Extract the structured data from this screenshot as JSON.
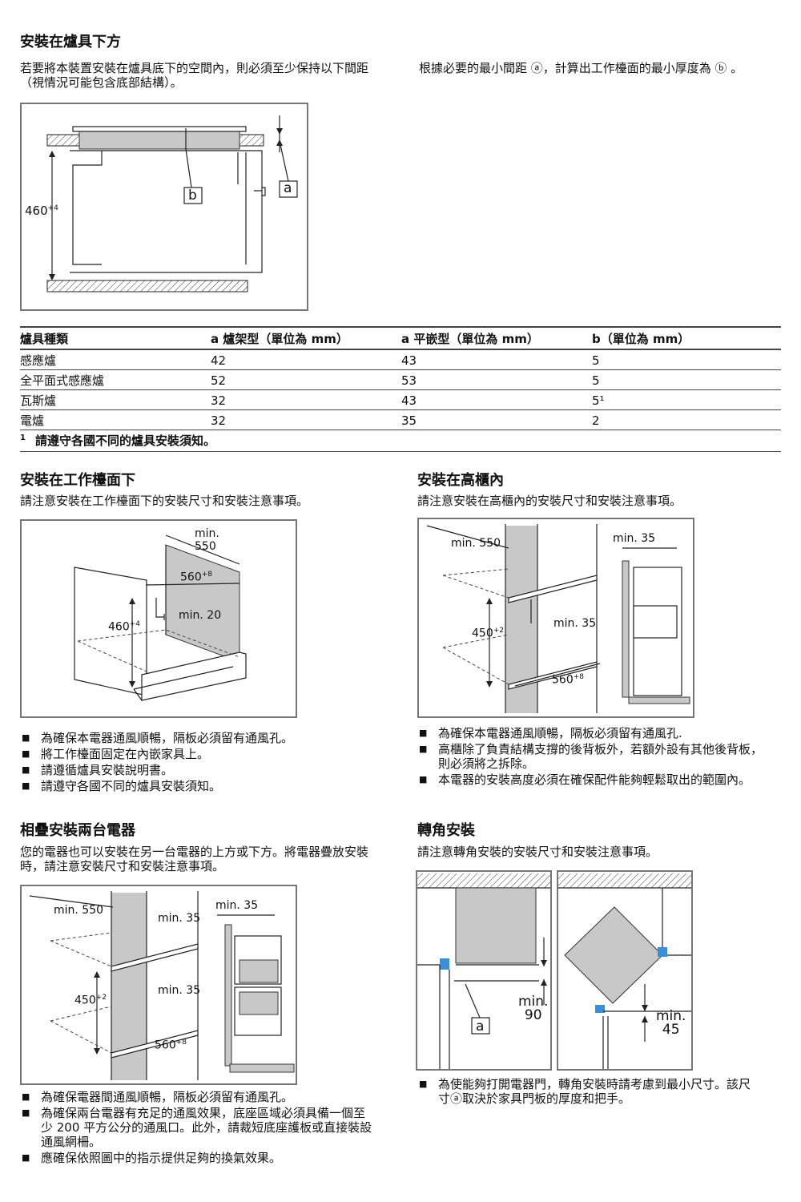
{
  "sec1": {
    "title": "安裝在爐具下方",
    "left_text": "若要將本裝置安裝在爐具底下的空間內，則必須至少保持以下間距（視情況可能包含底部結構）。",
    "right_text": "根據必要的最小間距 ⓐ，計算出工作檯面的最小厚度為 ⓑ 。",
    "fig": {
      "dim_height": "460",
      "dim_height_tol": "+4",
      "label_a": "a",
      "label_b": "b"
    }
  },
  "table": {
    "headers": [
      "爐具種類",
      "a 爐架型（單位為 mm）",
      "a 平嵌型（單位為 mm）",
      "b（單位為 mm）"
    ],
    "rows": [
      [
        "感應爐",
        "42",
        "43",
        "5"
      ],
      [
        "全平面式感應爐",
        "52",
        "53",
        "5"
      ],
      [
        "瓦斯爐",
        "32",
        "43",
        "5¹"
      ],
      [
        "電爐",
        "32",
        "35",
        "2"
      ]
    ],
    "footnote_mark": "1",
    "footnote": "請遵守各國不同的爐具安裝須知。"
  },
  "sec2": {
    "title": "安裝在工作檯面下",
    "text": "請注意安裝在工作檯面下的安裝尺寸和安裝注意事項。",
    "fig": {
      "min_label": "min.",
      "depth": "550",
      "width": "560",
      "width_tol": "+8",
      "gap": "min. 20",
      "height": "460",
      "height_tol": "+4"
    },
    "bullets": [
      "為確保本電器通風順暢，隔板必須留有通風孔。",
      "將工作檯面固定在內嵌家具上。",
      "請遵循爐具安裝說明書。",
      "請遵守各國不同的爐具安裝須知。"
    ]
  },
  "sec3": {
    "title": "安裝在高櫃內",
    "text": "請注意安裝在高櫃內的安裝尺寸和安裝注意事項。",
    "fig": {
      "depth": "min. 550",
      "side": "min. 35",
      "gap": "min. 35",
      "height": "450",
      "height_tol": "+2",
      "width": "560",
      "width_tol": "+8"
    },
    "bullets": [
      "為確保本電器通風順暢，隔板必須留有通風孔.",
      "高櫃除了負責結構支撐的後背板外，若額外設有其他後背板，則必須將之拆除。",
      "本電器的安裝高度必須在確保配件能夠輕鬆取出的範圍內。"
    ]
  },
  "sec4": {
    "title": "相疊安裝兩台電器",
    "text": "您的電器也可以安裝在另一台電器的上方或下方。將電器疊放安裝時，請注意安裝尺寸和安裝注意事項。",
    "fig": {
      "depth": "min. 550",
      "gap_top": "min. 35",
      "side": "min. 35",
      "gap_mid": "min. 35",
      "height": "450",
      "height_tol": "+2",
      "width": "560",
      "width_tol": "+8"
    },
    "bullets": [
      "為確保電器間通風順暢，隔板必須留有通風孔。",
      "為確保兩台電器有充足的通風效果，底座區域必須具備一個至少 200 平方公分的通風口。此外，請裁短底座護板或直接裝設通風網柵。",
      "應確保依照圖中的指示提供足夠的換氣效果。"
    ]
  },
  "sec5": {
    "title": "轉角安裝",
    "text": "請注意轉角安裝的安裝尺寸和安裝注意事項。",
    "fig": {
      "min_label": "min.",
      "left_value": "90",
      "right_value": "45",
      "label_a": "a"
    },
    "bullets": [
      "為使能夠打開電器門，轉角安裝時請考慮到最小尺寸。該尺寸ⓐ取決於家具門板的厚度和把手。"
    ]
  }
}
